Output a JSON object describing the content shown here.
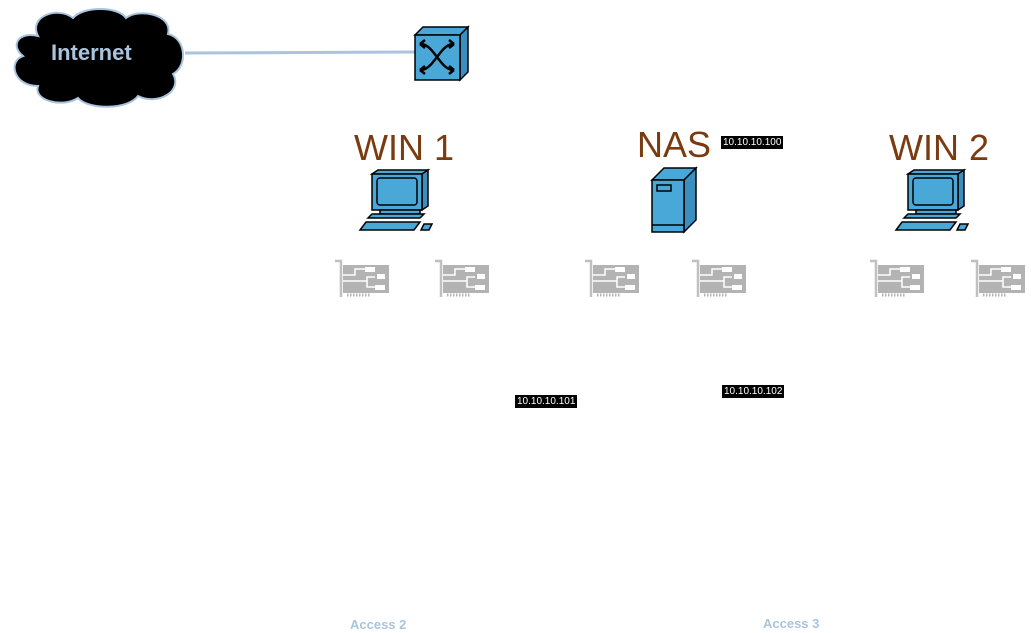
{
  "diagram": {
    "internet": {
      "label": "Internet"
    },
    "switch": {
      "name": "switch"
    },
    "nodes": [
      {
        "id": "win1",
        "label": "WIN 1",
        "type": "workstation"
      },
      {
        "id": "nas",
        "label": "NAS",
        "type": "server",
        "ip": "10.10.10.100"
      },
      {
        "id": "win2",
        "label": "WIN 2",
        "type": "workstation"
      }
    ],
    "ip_tags": {
      "nas": "10.10.10.100",
      "win1": "10.10.10.101",
      "win2": "10.10.10.102"
    },
    "access_labels": [
      "Access 2",
      "Access 3"
    ],
    "colors": {
      "device_fill": "#4aa8d8",
      "label_text": "#7a3b10",
      "link": "#a9c4dc",
      "nic": "#b3b3b3"
    }
  }
}
